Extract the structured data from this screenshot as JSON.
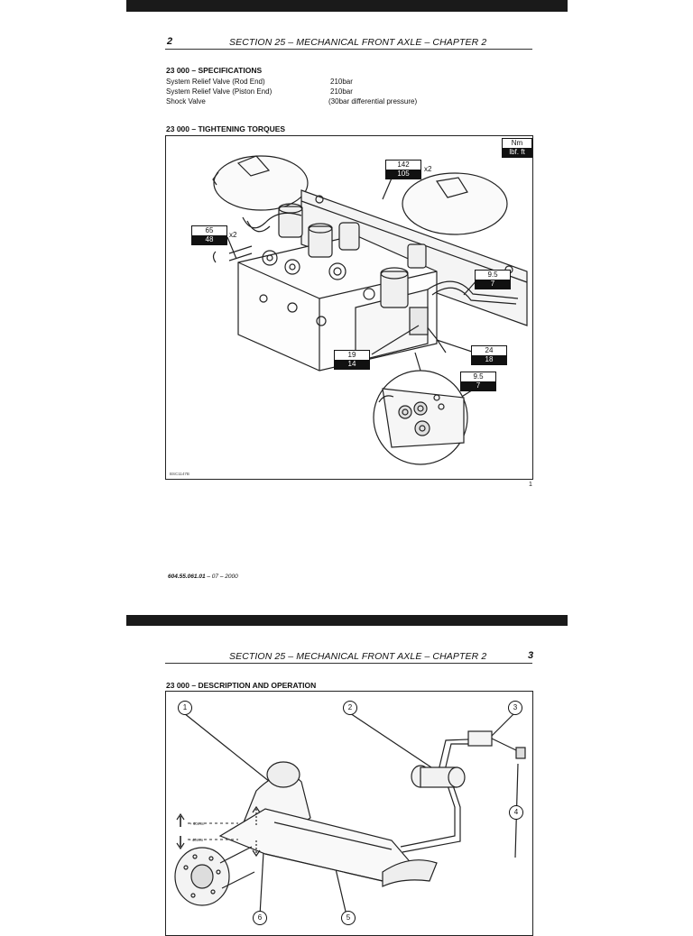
{
  "page1": {
    "page_number": "2",
    "header": "SECTION 25 – MECHANICAL FRONT AXLE – CHAPTER 2",
    "spec_heading": "23 000 – SPECIFICATIONS",
    "specs": [
      {
        "label": "System Relief Valve (Rod End)",
        "value": "210bar"
      },
      {
        "label": "System Relief Valve (Piston End)",
        "value": "210bar"
      },
      {
        "label": "Shock Valve",
        "value": "(30bar differential pressure)"
      }
    ],
    "torque_heading": "23 000 – TIGHTENING TORQUES",
    "legend": {
      "nm": "Nm",
      "lbf": "lbf. ft"
    },
    "torques": [
      {
        "nm": "142",
        "lbf": "105",
        "mult": "x2"
      },
      {
        "nm": "65",
        "lbf": "48",
        "mult": "x2"
      },
      {
        "nm": "9.5",
        "lbf": "7",
        "mult": ""
      },
      {
        "nm": "19",
        "lbf": "14",
        "mult": ""
      },
      {
        "nm": "24",
        "lbf": "18",
        "mult": ""
      },
      {
        "nm": "9.5",
        "lbf": "7",
        "mult": ""
      }
    ],
    "figure_code": "BSC1147B",
    "figure_number": "1",
    "footer_code": "604.55.061.01",
    "footer_date": " – 07 – 2000"
  },
  "page2": {
    "page_number": "3",
    "header": "SECTION 25 – MECHANICAL FRONT AXLE – CHAPTER 2",
    "heading": "23 000 – DESCRIPTION AND OPERATION",
    "callouts": [
      "1",
      "2",
      "3",
      "4",
      "5",
      "6"
    ],
    "dim_labels": [
      "+ 40mm",
      "- 40mm"
    ]
  }
}
